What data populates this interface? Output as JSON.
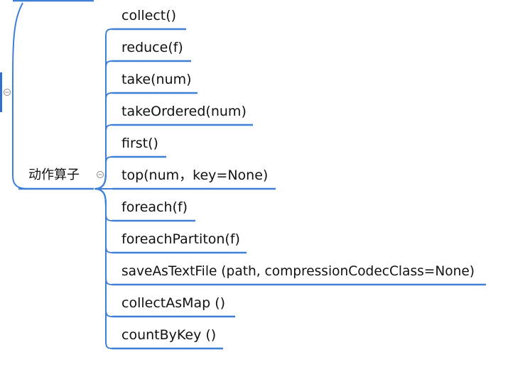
{
  "mindmap": {
    "branch_color": "#3f7fd6",
    "node_color": "#2f6fcf",
    "root": {
      "label": "动作算子",
      "collapse_icon": "minus-circle-icon"
    },
    "parent_collapse_icon": "minus-circle-icon",
    "children": [
      {
        "label": "collect()"
      },
      {
        "label": "reduce(f)"
      },
      {
        "label": "take(num)"
      },
      {
        "label": "takeOrdered(num)"
      },
      {
        "label": "first()"
      },
      {
        "label": "top(num，key=None)"
      },
      {
        "label": "foreach(f)"
      },
      {
        "label": "foreachPartiton(f)"
      },
      {
        "label": "saveAsTextFile (path, compressionCodecClass=None)"
      },
      {
        "label": "collectAsMap ()"
      },
      {
        "label": "countByKey ()"
      }
    ]
  }
}
